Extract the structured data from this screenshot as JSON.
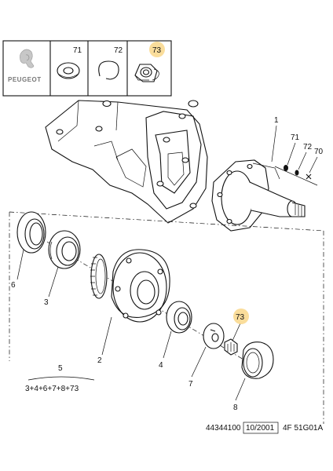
{
  "brand": {
    "logo_text": "PEUGEOT"
  },
  "header_parts": [
    {
      "number": "71",
      "highlight": false
    },
    {
      "number": "72",
      "highlight": false
    },
    {
      "number": "73",
      "highlight": true
    }
  ],
  "callouts": [
    {
      "id": "c1",
      "number": "1",
      "highlight": false
    },
    {
      "id": "c71",
      "number": "71",
      "highlight": false
    },
    {
      "id": "c72",
      "number": "72",
      "highlight": false
    },
    {
      "id": "c70",
      "number": "70",
      "highlight": false
    },
    {
      "id": "c6",
      "number": "6",
      "highlight": false
    },
    {
      "id": "c3",
      "number": "3",
      "highlight": false
    },
    {
      "id": "c2",
      "number": "2",
      "highlight": false
    },
    {
      "id": "c4",
      "number": "4",
      "highlight": false
    },
    {
      "id": "c73",
      "number": "73",
      "highlight": true
    },
    {
      "id": "c7",
      "number": "7",
      "highlight": false
    },
    {
      "id": "c8",
      "number": "8",
      "highlight": false
    },
    {
      "id": "c5",
      "number": "5",
      "highlight": false
    }
  ],
  "kit_formula": "3+4+6+7+8+73",
  "footer": {
    "ref_number": "44344100",
    "date": "10/2001",
    "code": "4F 51G01A"
  },
  "colors": {
    "highlight": "#f9d78a",
    "line": "#111111"
  }
}
